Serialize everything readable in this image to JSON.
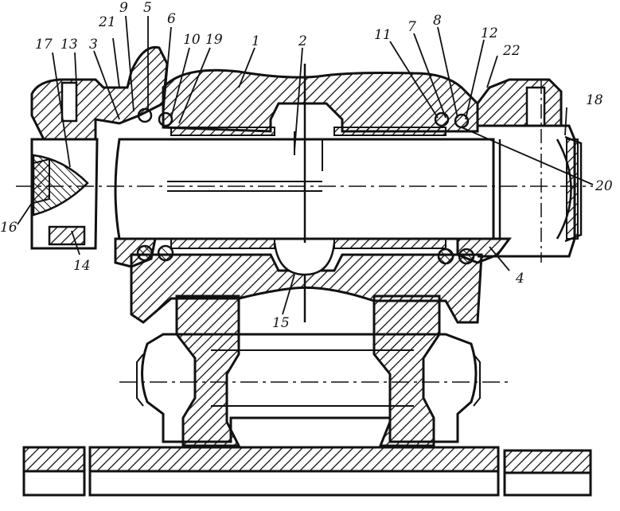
{
  "figure": {
    "part_numbers": {
      "p1": "1",
      "p2": "2",
      "p3": "3",
      "p4": "4",
      "p5": "5",
      "p6": "6",
      "p7": "7",
      "p8": "8",
      "p9": "9",
      "p10": "10",
      "p11": "11",
      "p12": "12",
      "p13": "13",
      "p14": "14",
      "p15": "15",
      "p16": "16",
      "p17": "17",
      "p18": "18",
      "p19": "19",
      "p20": "20",
      "p21": "21",
      "p22": "22"
    }
  }
}
